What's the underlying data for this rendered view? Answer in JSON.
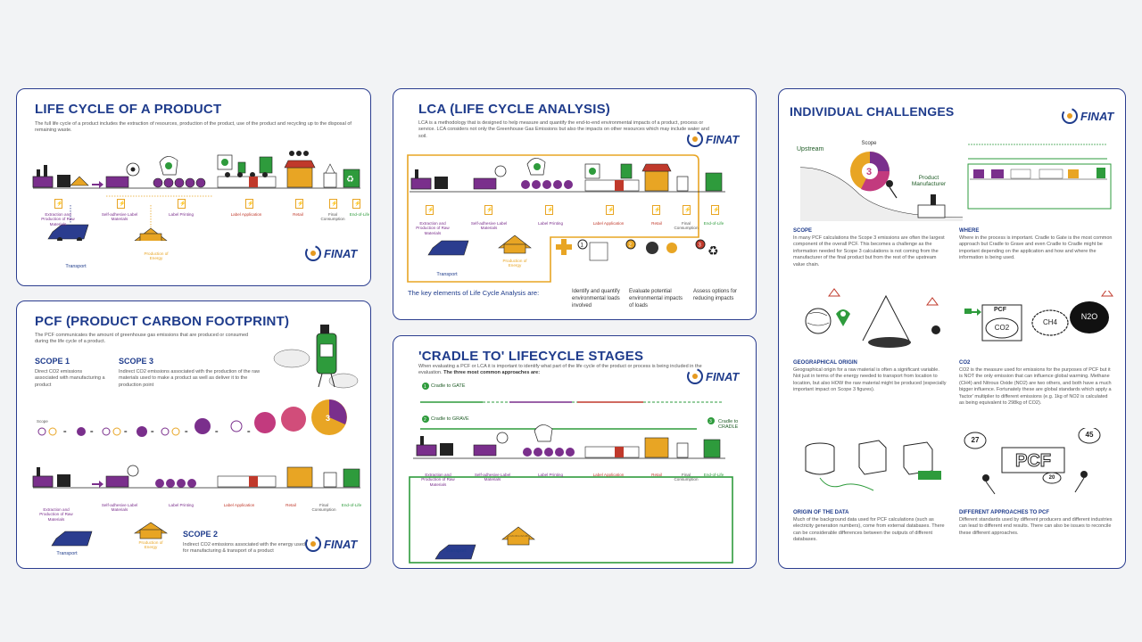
{
  "logo": {
    "word": "FINAT",
    "tagline": ""
  },
  "lifecycle_card": {
    "title": "LIFE CYCLE OF A PRODUCT",
    "intro": "The full life cycle of a product includes the extraction of resources, production of the product, use of the product and recycling up to the disposal of remaining waste.",
    "stages": [
      "Extraction and Production of Raw Materials",
      "Self-adhesive Label Materials",
      "Label Printing",
      "Label Application",
      "Retail",
      "Final Consumption",
      "End-of-Life"
    ],
    "transport": "Transport",
    "energy": "Production of Energy"
  },
  "pcf_card": {
    "title": "PCF (PRODUCT CARBON FOOTPRINT)",
    "intro": "The PCF communicates the amount of greenhouse gas emissions that are produced or consumed during the life cycle of a product.",
    "scope1_title": "SCOPE 1",
    "scope1_text": "Direct CO2 emissions associated with manufacturing a product",
    "scope3_title": "SCOPE 3",
    "scope3_text": "Indirect CO2 emissions associated with the production of the raw materials used to make a product as well as deliver it to the production point",
    "scope2_title": "SCOPE 2",
    "scope2_text": "Indirect CO2 emissions associated with the energy used for manufacturing & transport of a product",
    "scope_word": "Scope"
  },
  "lca_card": {
    "title": "LCA (LIFE CYCLE ANALYSIS)",
    "intro": "LCA is a methodology that is designed to help measure and quantify the end-to-end environmental impacts of a product, process or service. LCA considers not only the Greenhouse Gas Emissions but also the impacts on other resources which may include water and soil.",
    "key_elements": "The key elements of Life Cycle Analysis are:",
    "elements": [
      "Identify and quantify environmental loads involved",
      "Evaluate potential environmental impacts of loads",
      "Assess options for reducing impacts"
    ]
  },
  "cradle_card": {
    "title": "'CRADLE TO' LIFECYCLE STAGES",
    "intro_a": "When evaluating a PCF or LCA it is important to identify what part of the life cycle of the product or process is being included in the evaluation. ",
    "intro_b": "The three most common approaches are:",
    "gate": "Cradle to GATE",
    "grave": "Cradle to GRAVE",
    "cradle": "Cradle to CRADLE",
    "num1": "1",
    "num2": "2",
    "num3": "3"
  },
  "challenges_card": {
    "title": "INDIVIDUAL CHALLENGES",
    "upstream": "Upstream",
    "scope_label": "Scope",
    "scope_number": "3",
    "manufacturer": "Product Manufacturer",
    "scope_h": "SCOPE",
    "scope_t": "In many PCF calculations the Scope 3 emissions are often the largest component of the overall PCF. This becomes a challenge as the information needed for Scope 3 calculations is not coming from the manufacturer of the final product but from the rest of the upstream value chain.",
    "where_h": "WHERE",
    "where_t": "Where in the process is important. Cradle to Gate is the most common approach but Cradle to Grave and even Cradle to Cradle might be important depending on the application and how and where the information is being used.",
    "geo_h": "GEOGRAPHICAL ORIGIN",
    "geo_t": "Geographical origin for a raw material is often a significant variable. Not just in terms of the energy needed to transport from location to location, but also HOW the raw material might be produced (especially important impact on Scope 3 figures).",
    "co2_h": "CO2",
    "co2_t": "CO2 is the measure used for emissions for the purposes of PCF but it is NOT the only emission that can influence global warming. Methane (CH4) and Nitrous Oxide (NO2) are two others, and both have a much bigger influence. Fortunately these are global standards which apply a 'factor' multiplier to different emissions (e.g. 1kg of NO2 is calculated as being equivalent to 298kg of CO2).",
    "pcf_box": "PCF",
    "co2_cloud": "CO2",
    "ch4_cloud": "CH4",
    "n2o_cloud": "N2O",
    "origin_h": "ORIGIN OF THE DATA",
    "origin_t": "Much of the background data used for PCF calculations (such as electricity generation numbers), come from external databases. There can be considerable differences between the outputs of different databases.",
    "diff_h": "DIFFERENT APPROACHES TO PCF",
    "diff_t": "Different standards used by different producers and different industries can lead to different end results. There can also be issues to reconcile these different approaches.",
    "bubble1": "27",
    "bubble2": "45",
    "bubble3": "20",
    "pcf_big": "PCF"
  },
  "colors": {
    "navy": "#1f3c8c",
    "purple": "#7a2f8c",
    "orange": "#e8a524",
    "green": "#2e9b3c",
    "red": "#c0392b"
  }
}
